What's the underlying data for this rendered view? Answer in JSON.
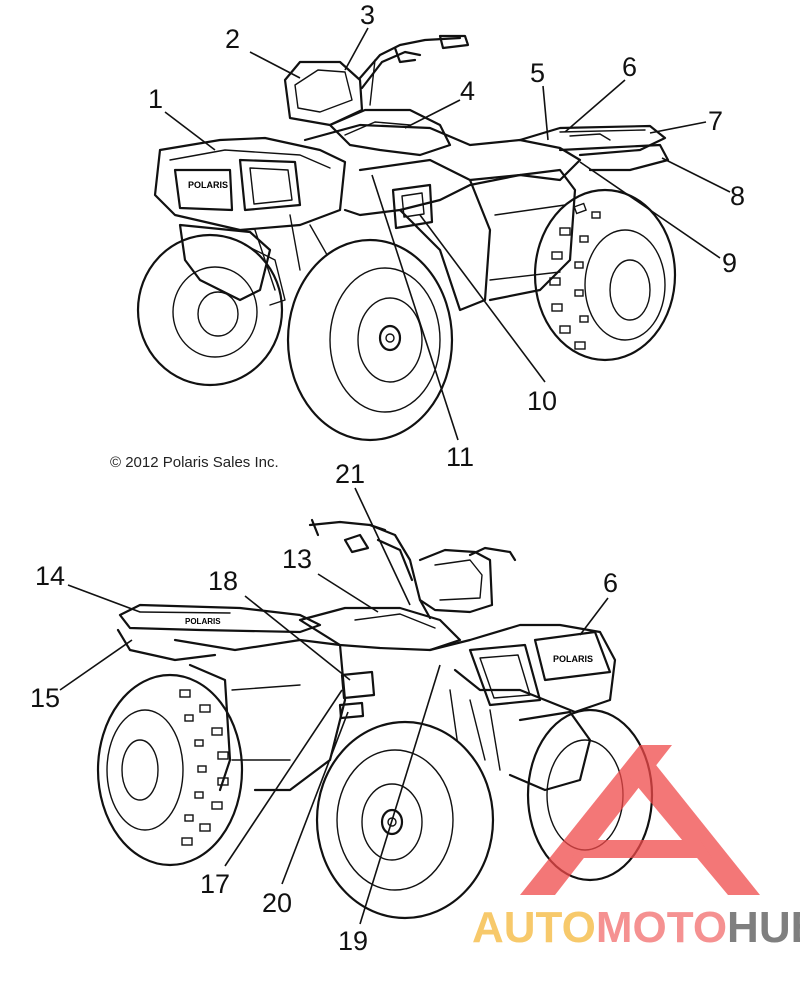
{
  "copyright": "© 2012 Polaris Sales Inc.",
  "watermark": {
    "part1": "AUTO",
    "part2": "MOTO",
    "part3": "HUB",
    "color_auto": "#f5b73a",
    "color_moto": "#f26d6d",
    "color_hub": "#555555",
    "triangle_color": "#f04a4a"
  },
  "views": {
    "top": {
      "callouts": [
        "1",
        "2",
        "3",
        "4",
        "5",
        "6",
        "7",
        "8",
        "9",
        "10",
        "11"
      ]
    },
    "bottom": {
      "callouts": [
        "21",
        "13",
        "14",
        "18",
        "6",
        "15",
        "17",
        "20",
        "19"
      ]
    }
  },
  "colors": {
    "line": "#111111",
    "background": "#ffffff"
  }
}
